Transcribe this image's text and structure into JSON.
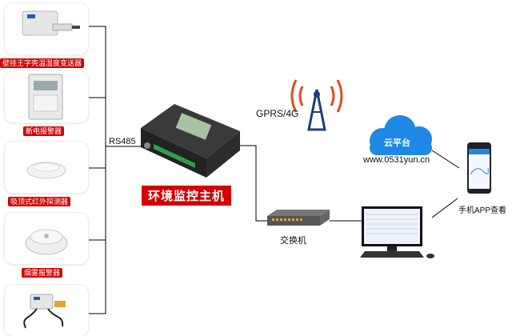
{
  "devices": [
    {
      "label": "壁挂王字壳温湿度变送器",
      "icon": "temperature-humidity-transmitter-icon"
    },
    {
      "label": "断电报警器",
      "icon": "power-failure-alarm-icon"
    },
    {
      "label": "吸顶式红外探测器",
      "icon": "ceiling-infrared-detector-icon"
    },
    {
      "label": "烟雾报警器",
      "icon": "smoke-alarm-icon"
    },
    {
      "label": "",
      "icon": "water-leak-sensor-icon"
    }
  ],
  "bus_label": "RS485",
  "host": {
    "label": "环境监控主机"
  },
  "gprs_label": "GPRS/4G",
  "cloud": {
    "logo_text": "云平台",
    "url": "www.0531yun.cn"
  },
  "switch_label": "交换机",
  "phone_label": "手机APP查看",
  "colors": {
    "label_red": "#d40000",
    "cloud_blue": "#1e88e5",
    "tower_red": "#e34a1f",
    "line": "#000000"
  }
}
